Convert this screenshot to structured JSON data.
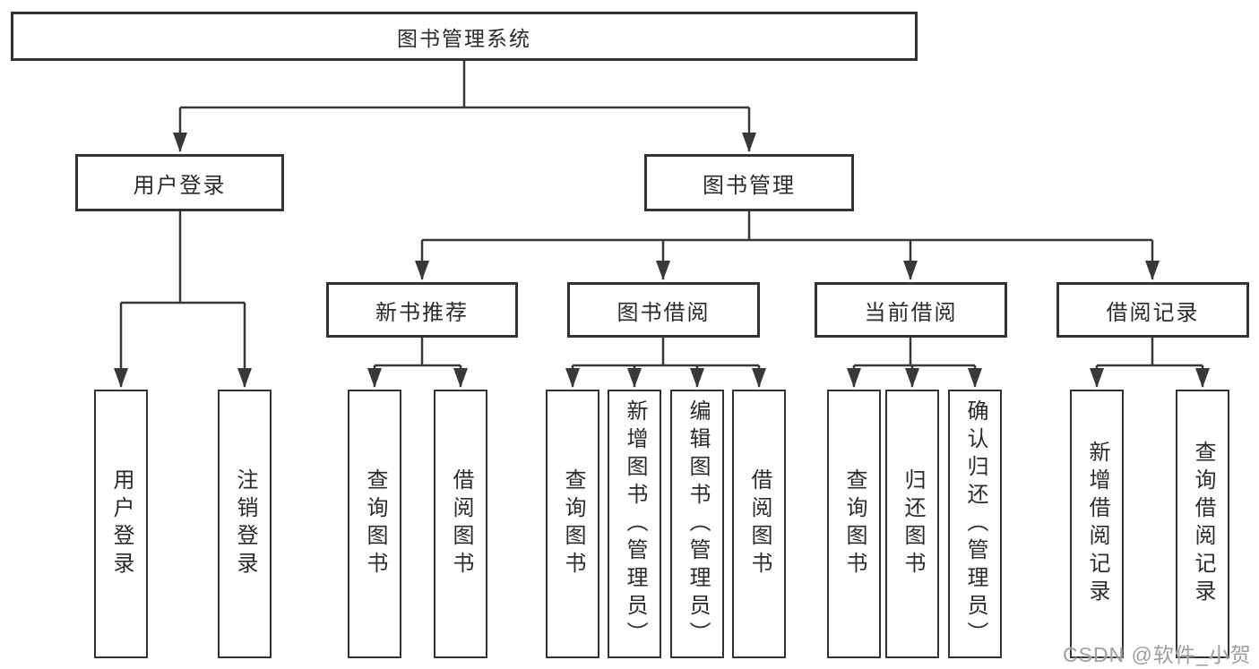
{
  "tree": {
    "root": {
      "label": "图书管理系统"
    },
    "level2": [
      {
        "label": "用户登录",
        "leaves": [
          "用户登录",
          "注销登录"
        ]
      },
      {
        "label": "图书管理",
        "modules": [
          {
            "label": "新书推荐",
            "leaves": [
              "查询图书",
              "借阅图书"
            ]
          },
          {
            "label": "图书借阅",
            "leaves": [
              "查询图书",
              "新增图书（管理员）",
              "编辑图书（管理员）",
              "借阅图书"
            ]
          },
          {
            "label": "当前借阅",
            "leaves": [
              "查询图书",
              "归还图书",
              "确认归还（管理员）"
            ]
          },
          {
            "label": "借阅记录",
            "leaves": [
              "新增借阅记录",
              "查询借阅记录"
            ]
          }
        ]
      }
    ]
  },
  "watermark": {
    "text": "CSDN @软件_小贺同学"
  },
  "colors": {
    "line": "#383838",
    "box_border": "#333333",
    "text": "#2b2b2b",
    "watermark": "#9f9f9f",
    "background": "#ffffff"
  }
}
